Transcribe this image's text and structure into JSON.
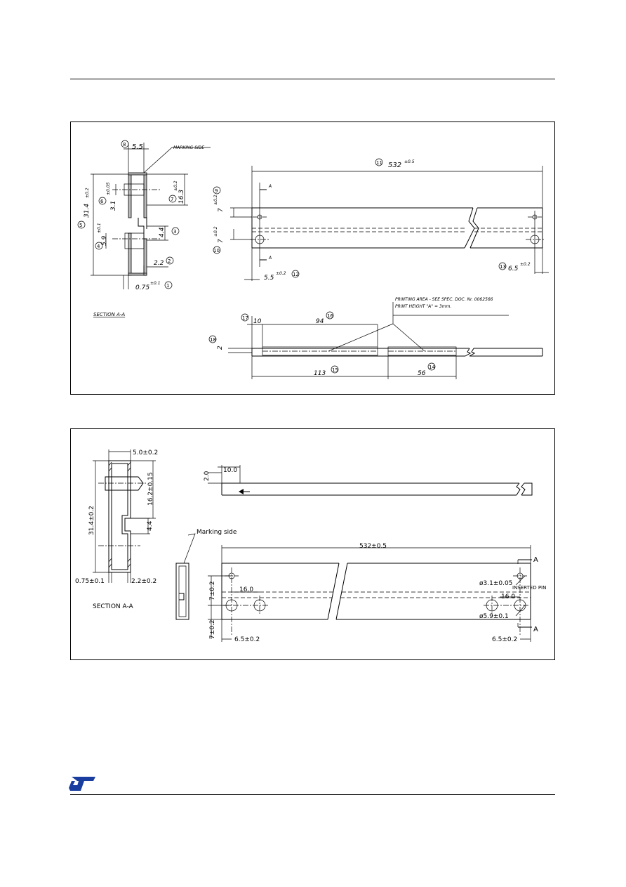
{
  "brand": {
    "logo_text": "ST"
  },
  "drawing1": {
    "section_label": "SECTION A-A",
    "marking_side": "MARKING SIDE",
    "circles": [
      "1",
      "2",
      "3",
      "4",
      "5",
      "6",
      "7",
      "8",
      "9",
      "10",
      "11",
      "12",
      "13",
      "14",
      "15",
      "16",
      "17",
      "18"
    ],
    "dims": {
      "d1": "0.75",
      "d1_tol": "±0.1",
      "d2": "2.2",
      "d3": "4.4",
      "d4": "5.9",
      "d4_tol": "±0.1",
      "d5": "31.4",
      "d5_tol": "±0.2",
      "d6": "3.1",
      "d6_tol": "±0.05",
      "d7": "16.3",
      "d7_tol": "±0.2",
      "d8": "5.5",
      "d9": "7",
      "d9_tol": "±0.2",
      "d10": "7",
      "d10_tol": "±0.2",
      "d11": "532",
      "d11_tol": "±0.5",
      "d12": "5.5",
      "d12_tol": "±0.2",
      "d13": "6.5",
      "d13_tol": "±0.2",
      "d14": "56",
      "d15": "113",
      "d16": "94",
      "d17": "10",
      "d18": "2"
    },
    "section_marker": "A",
    "printing_note_1": "PRINTING AREA - SEE SPEC. DOC. Nr. 0062566",
    "printing_note_2": "PRINT HEIGHT \"A\" = 3mm."
  },
  "drawing2": {
    "section_label": "SECTION A-A",
    "marking_side": "Marking side",
    "inserted_pin": "INSERTED PIN",
    "section_marker": "A",
    "dims": {
      "width": "5.0±0.2",
      "height": "31.4±0.2",
      "upper": "16.2±0.15",
      "step": "4.4",
      "wall": "0.75±0.1",
      "bottom": "2.2±0.2",
      "top_h": "2.0",
      "top_w": "10.0",
      "length": "532±0.5",
      "pitch": "16.0",
      "hole_small": "ø3.1±0.05",
      "hole_large": "ø5.9±0.1",
      "pin_gap": "16.0",
      "row1": "7±0.2",
      "row2": "7±0.2",
      "edge_left": "6.5±0.2",
      "edge_right": "6.5±0.2"
    }
  }
}
